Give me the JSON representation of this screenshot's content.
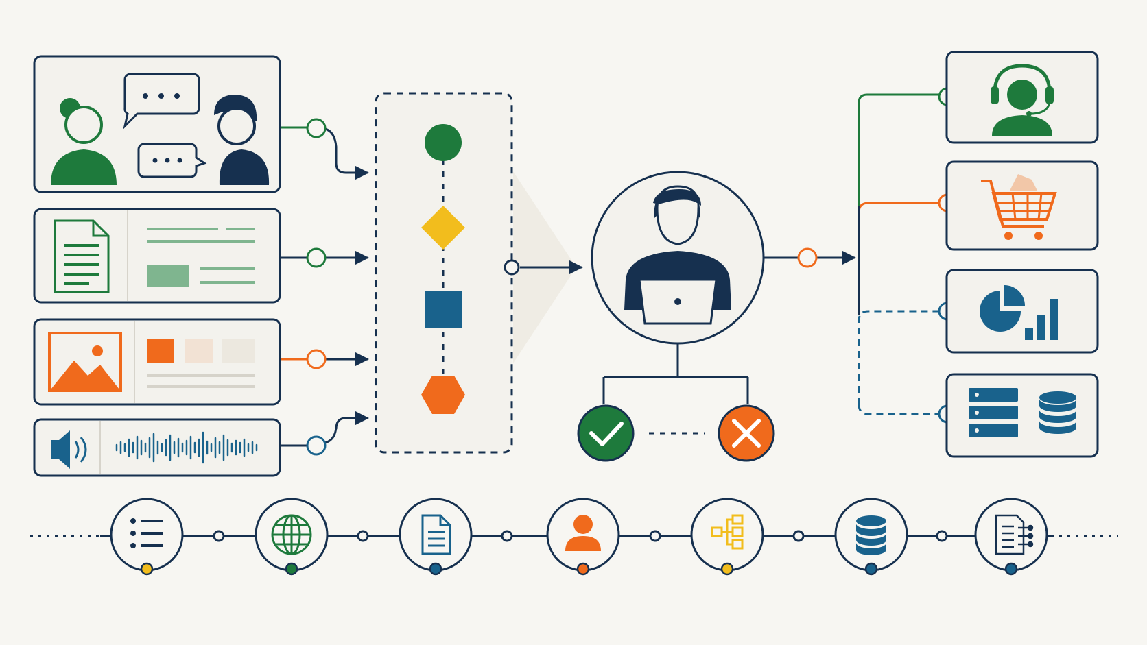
{
  "colors": {
    "navy": "#16304f",
    "green": "#1e7a3c",
    "yellow": "#f2bd1d",
    "blue": "#19628c",
    "orange": "#f06a1c",
    "light_green": "#7fb58f",
    "peach": "#f2e2d4",
    "beige": "#ece8df",
    "panel_bg": "#f3f2ed",
    "background": "#f7f6f2"
  },
  "inputs": [
    {
      "id": "conversation",
      "icons": [
        "woman-avatar-icon",
        "speech-bubble-icon",
        "speech-bubble-icon",
        "man-avatar-icon"
      ],
      "connector_color": "green"
    },
    {
      "id": "document",
      "icons": [
        "document-icon",
        "text-lines-icon"
      ],
      "connector_color": "green"
    },
    {
      "id": "image",
      "icons": [
        "image-icon",
        "color-swatch-icon"
      ],
      "connector_color": "orange"
    },
    {
      "id": "audio",
      "icons": [
        "speaker-icon",
        "waveform-icon"
      ],
      "connector_color": "blue"
    }
  ],
  "pipeline_shapes": [
    "circle",
    "diamond",
    "square",
    "hexagon"
  ],
  "center": {
    "icon": "person-laptop-icon",
    "outcomes": [
      "check-icon",
      "cross-icon"
    ]
  },
  "outputs": [
    {
      "id": "support",
      "icon": "headset-agent-icon",
      "line_color": "green",
      "dashed": false
    },
    {
      "id": "commerce",
      "icon": "shopping-cart-icon",
      "line_color": "orange",
      "dashed": false
    },
    {
      "id": "analytics",
      "icon": "pie-bar-chart-icon",
      "line_color": "blue",
      "dashed": true
    },
    {
      "id": "storage",
      "icon": "server-database-icon",
      "line_color": "blue",
      "dashed": true
    }
  ],
  "timeline": [
    {
      "icon": "list-icon",
      "dot_color": "yellow"
    },
    {
      "icon": "globe-icon",
      "dot_color": "green"
    },
    {
      "icon": "file-icon",
      "dot_color": "blue"
    },
    {
      "icon": "user-icon",
      "dot_color": "orange"
    },
    {
      "icon": "hierarchy-icon",
      "dot_color": "yellow"
    },
    {
      "icon": "database-icon",
      "dot_color": "blue"
    },
    {
      "icon": "report-icon",
      "dot_color": "blue"
    }
  ]
}
